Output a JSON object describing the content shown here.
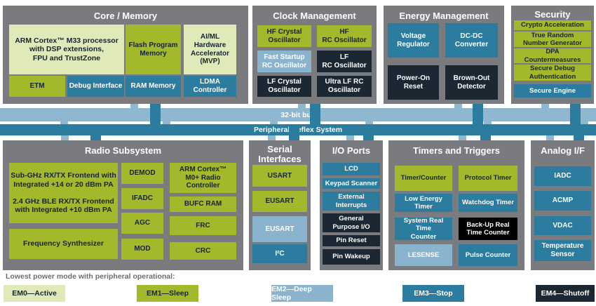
{
  "buses": {
    "bus32": "32-bit bus",
    "prs": "Peripheral Reflex System"
  },
  "panels": {
    "core": {
      "title": "Core / Memory",
      "cpu": "ARM Cortex™ M33 processor\nwith DSP extensions,\nFPU and TrustZone",
      "flash": "Flash Program\nMemory",
      "aiml": "AI/ML Hardware\nAccelerator\n(MVP)",
      "etm": "ETM",
      "debug": "Debug Interface",
      "ram": "RAM Memory",
      "ldma": "LDMA\nController"
    },
    "clock": {
      "title": "Clock Management",
      "hfxo": "HF Crystal\nOscillator",
      "hfrco": "HF\nRC Oscillator",
      "fsrco": "Fast Startup\nRC Oscillator",
      "lfrco": "LF\nRC Oscillator",
      "lfxo": "LF Crystal\nOscillator",
      "ulfrco": "Ultra LF RC\nOscillator"
    },
    "energy": {
      "title": "Energy Management",
      "vreg": "Voltage\nRegulator",
      "dcdc": "DC-DC\nConverter",
      "por": "Power-On\nReset",
      "bod": "Brown-Out\nDetector"
    },
    "security": {
      "title": "Security",
      "crypto": "Crypto Acceleration",
      "trng": "True Random\nNumber Generator",
      "dpa": "DPA\nCountermeasures",
      "sda": "Secure Debug\nAuthentication",
      "se": "Secure Engine"
    },
    "radio": {
      "title": "Radio Subsystem",
      "frontend1": "Sub-GHz RX/TX Frontend with\nIntegrated +14 or 20 dBm PA",
      "frontend2": "2.4 GHz BLE RX/TX Frontend\nwith Integrated +10 dBm PA",
      "synth": "Frequency Synthesizer",
      "demod": "DEMOD",
      "ifadc": "IFADC",
      "agc": "AGC",
      "mod": "MOD",
      "m0": "ARM Cortex™\nM0+ Radio\nController",
      "bufc": "BUFC RAM",
      "frc": "FRC",
      "crc": "CRC"
    },
    "serial": {
      "title": "Serial Interfaces",
      "usart": "USART",
      "eusart1": "EUSART",
      "eusart2": "EUSART",
      "i2c": "I²C"
    },
    "io": {
      "title": "I/O Ports",
      "lcd": "LCD",
      "keypad": "Keypad Scanner",
      "extint": "External\nInterrupts",
      "gpio": "General\nPurpose I/O",
      "pinreset": "Pin Reset",
      "pinwakeup": "Pin Wakeup"
    },
    "timers": {
      "title": "Timers and Triggers",
      "timer": "Timer/Counter",
      "prot": "Protocol Timer",
      "letimer": "Low Energy Timer",
      "wdog": "Watchdog Timer",
      "sysrtc": "System Real Time\nCounter",
      "burtc": "Back-Up Real\nTime Counter",
      "lesense": "LESENSE",
      "pcnt": "Pulse Counter"
    },
    "analog": {
      "title": "Analog I/F",
      "iadc": "IADC",
      "acmp": "ACMP",
      "vdac": "VDAC",
      "temp": "Temperature\nSensor"
    }
  },
  "legend": {
    "caption": "Lowest power mode with peripheral operational:",
    "items": [
      {
        "label": "EM0—Active",
        "color": "#e0eab9"
      },
      {
        "label": "EM1—Sleep",
        "color": "#a4b82c"
      },
      {
        "label": "EM2—Deep Sleep",
        "color": "#8ab3cd"
      },
      {
        "label": "EM3—Stop",
        "color": "#2b7c9e"
      },
      {
        "label": "EM4—Shutoff",
        "color": "#131c25"
      }
    ]
  },
  "colors": {
    "panel_gray": "#7a7b7e",
    "bus_light": "#8fb8d0",
    "bus_dark": "#2b7c9e",
    "em0": "#e0eab9",
    "em1": "#a4b82c",
    "em2": "#8ab3cd",
    "em3": "#2b7c9e",
    "em4": "#1b2733",
    "em4_black": "#000000"
  }
}
